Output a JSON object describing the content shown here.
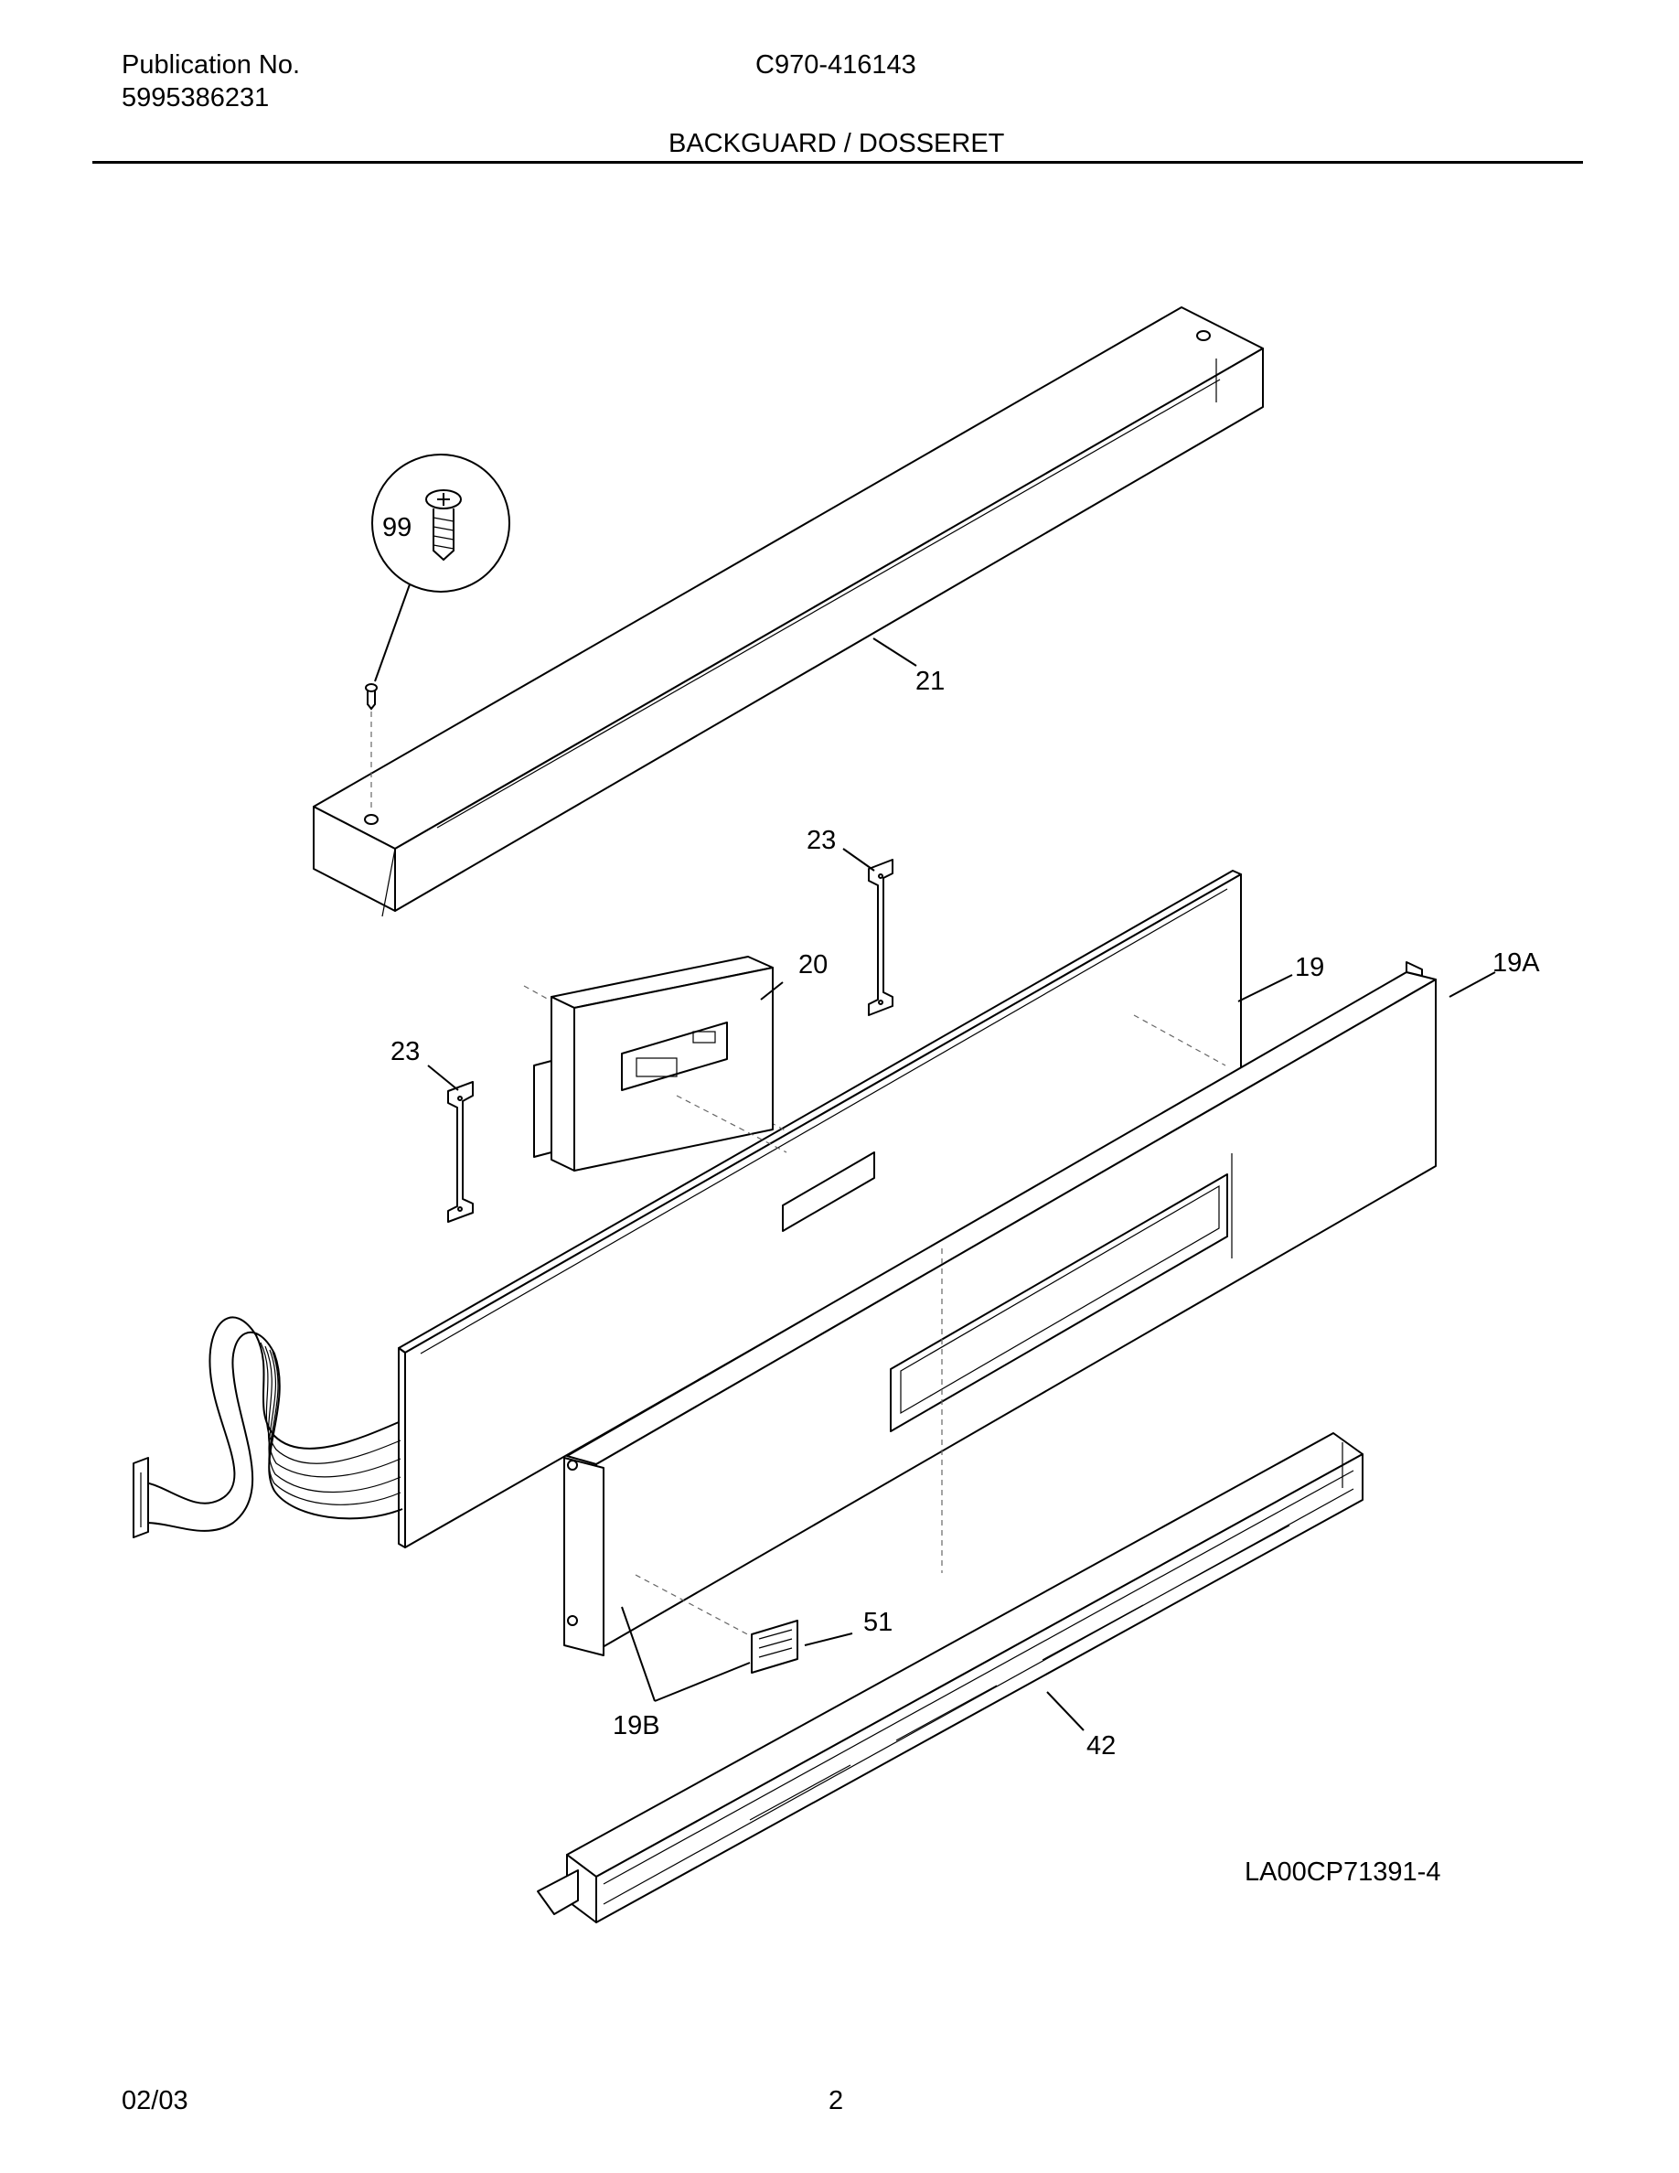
{
  "header": {
    "publication_label": "Publication No.",
    "publication_number": "5995386231",
    "model": "C970-416143",
    "section_title": "BACKGUARD / DOSSERET"
  },
  "diagram": {
    "callouts": {
      "screw": "99",
      "top_trim": "21",
      "bracket_right": "23",
      "bracket_left": "23",
      "control": "20",
      "panel": "19",
      "panel_front": "19A",
      "end_cap": "19B",
      "label": "51",
      "bottom_trim": "42"
    },
    "drawing_number": "LA00CP71391-4"
  },
  "footer": {
    "date": "02/03",
    "page": "2"
  }
}
